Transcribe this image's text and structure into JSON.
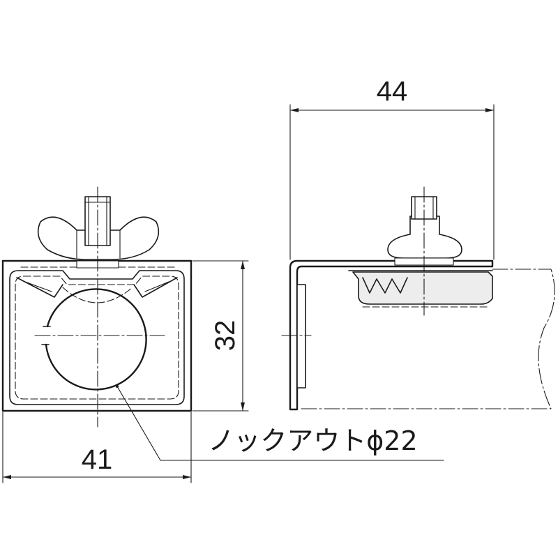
{
  "dimensions": {
    "overall_depth": "44",
    "height": "32",
    "width": "41"
  },
  "annotation": {
    "knockout_label": "ノックアウトϕ22"
  },
  "colors": {
    "line": "#1a1a1a",
    "background": "#ffffff",
    "fill_light": "#ededed"
  }
}
